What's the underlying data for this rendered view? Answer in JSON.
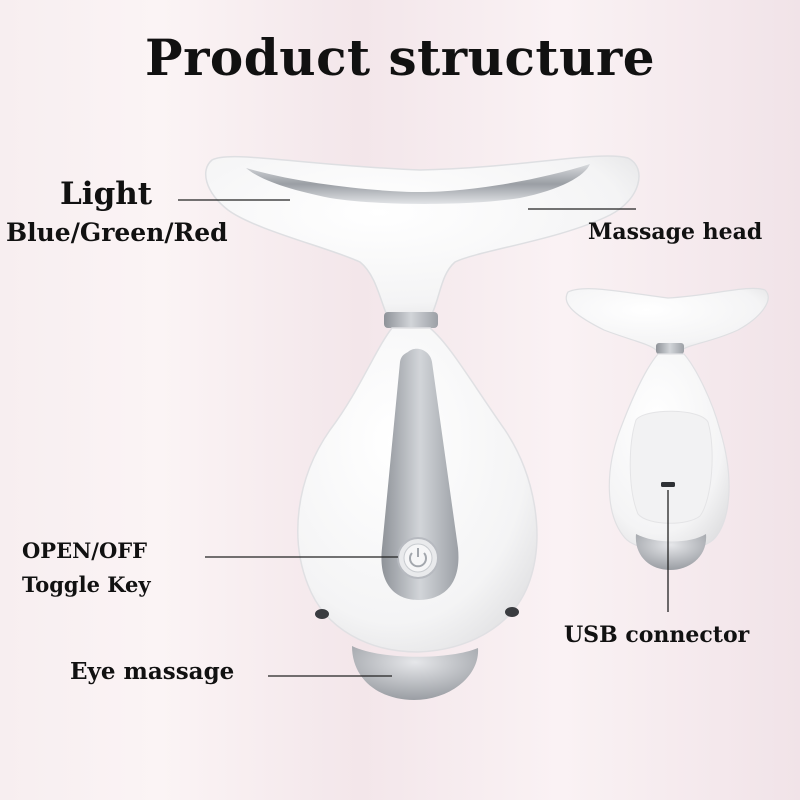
{
  "title": "Product structure",
  "labels": {
    "light_line1": "Light",
    "light_line2": "Blue/Green/Red",
    "massage_head": "Massage head",
    "open_off_line1": "OPEN/OFF",
    "open_off_line2": "Toggle Key",
    "usb_connector": "USB connector",
    "eye_massage": "Eye massage"
  },
  "colors": {
    "device_body": "#ffffff",
    "accent_silver": "#a9adb3",
    "leader_line": "#222222"
  }
}
